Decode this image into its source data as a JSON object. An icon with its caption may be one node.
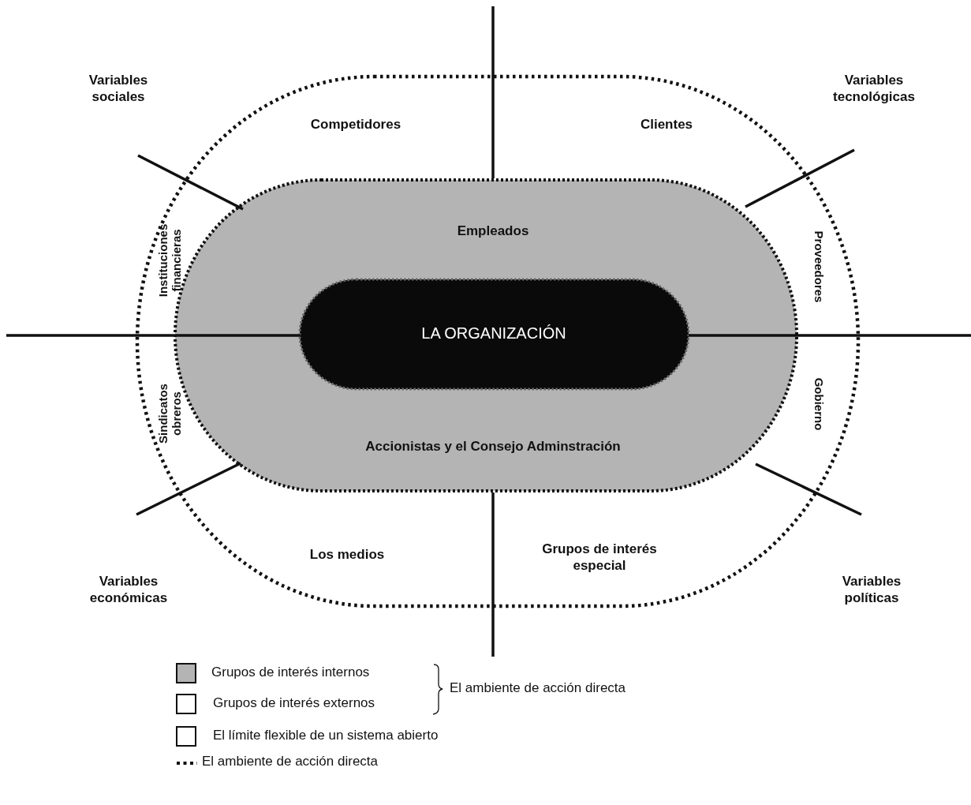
{
  "diagram": {
    "nodes": [
      {
        "text": [],
        "shape": "oval"
      },
      {
        "text": [
          "Empleados",
          "Accionistas y el Consejo Adminstración"
        ],
        "in": 0
      },
      {
        "text": [
          "LA ORGANIZACIÓN"
        ],
        "in": 1
      }
    ],
    "labels": [
      "Variables sociales",
      "Variables tecnológicas",
      "Competidores",
      "Clientes",
      "Instituciones financieras",
      "Proveedores",
      "Sindicatos obreros",
      "Gobierno",
      "Los medios",
      "Grupos de interés especial",
      "Variables económicas",
      "Variables políticas",
      "El ambiente de acción directa"
    ],
    "legend": [
      {
        "text": "Grupos de interés internos",
        "color": "#b4b4b4"
      },
      {
        "text": "Grupos de interés externos",
        "color": "#ffffff"
      },
      {
        "text": "El límite flexible de un sistema abierto",
        "color": "#ffffff"
      },
      {
        "text": "El ambiente de acción directa"
      }
    ]
  }
}
